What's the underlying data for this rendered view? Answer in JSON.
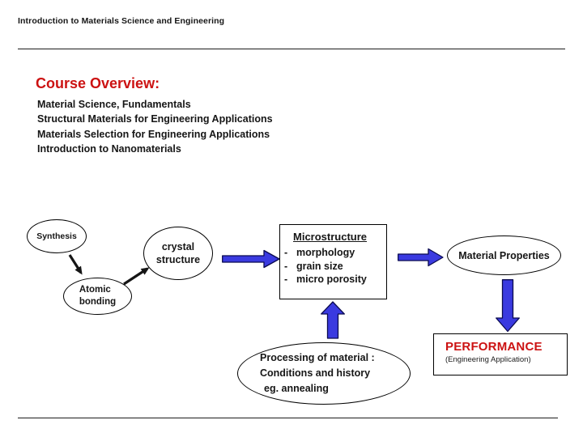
{
  "header": {
    "title": "Introduction to Materials Science and Engineering"
  },
  "course_overview": {
    "heading": "Course Overview:",
    "items": [
      "Material Science, Fundamentals",
      "Structural Materials for Engineering Applications",
      "Materials Selection for Engineering Applications",
      "Introduction to Nanomaterials"
    ]
  },
  "diagram": {
    "synthesis": {
      "label": "Synthesis"
    },
    "atomic_bonding": {
      "line1": "Atomic",
      "line2": "bonding"
    },
    "crystal_structure": {
      "line1": "crystal",
      "line2": "structure"
    },
    "microstructure": {
      "title": "Microstructure",
      "items": [
        {
          "bullet": "-",
          "label": "morphology"
        },
        {
          "bullet": "-",
          "label": "grain size"
        },
        {
          "bullet": "-",
          "label": "micro porosity"
        }
      ]
    },
    "processing": {
      "line1": "Processing of material :",
      "line2": "Conditions and history",
      "line3": "eg. annealing"
    },
    "material_properties": {
      "label": "Material Properties"
    },
    "performance": {
      "title": "PERFORMANCE",
      "subtitle": "(Engineering Application)"
    }
  },
  "colors": {
    "accent_red": "#cc1212",
    "arrow_blue": "#3a3ae0",
    "arrow_outline": "#0b0b50"
  }
}
